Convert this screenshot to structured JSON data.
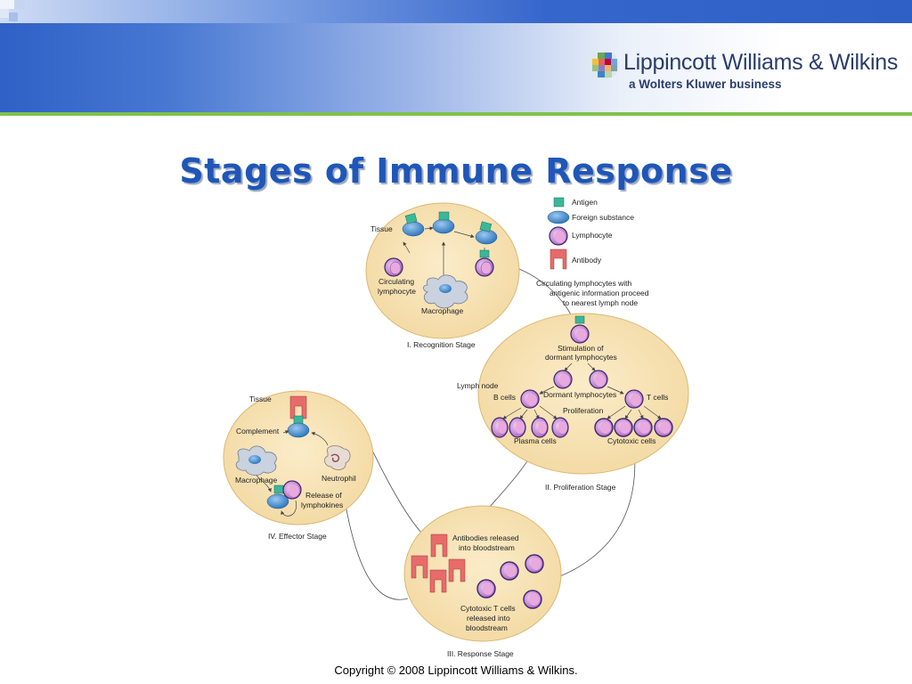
{
  "header": {
    "publisher": "Lippincott Williams & Wilkins",
    "tagline": "a Wolters Kluwer business",
    "colors": {
      "blue": "#2d5fc4",
      "rule_green": "#7fc24a"
    }
  },
  "title": "Stages of Immune Response",
  "legend": {
    "antigen": "Antigen",
    "foreign": "Foreign substance",
    "lymphocyte": "Lymphocyte",
    "antibody": "Antibody"
  },
  "recognition": {
    "tissue": "Tissue",
    "circulating_1": "Circulating",
    "circulating_2": "lymphocyte",
    "macrophage": "Macrophage",
    "stage": "I. Recognition Stage"
  },
  "circulating_note": {
    "line1": "Circulating lymphocytes with",
    "line2": "antigenic information proceed",
    "line3": "to nearest lymph node"
  },
  "proliferation": {
    "stimulation_1": "Stimulation of",
    "stimulation_2": "dormant lymphocytes",
    "lymph_node": "Lymph node",
    "b_cells": "B cells",
    "dormant": "Dormant lymphocytes",
    "t_cells": "T cells",
    "proliferation": "Proliferation",
    "plasma": "Plasma cells",
    "cytotoxic": "Cytotoxic cells",
    "stage": "II. Proliferation Stage"
  },
  "effector": {
    "tissue": "Tissue",
    "complement": "Complement",
    "macrophage": "Macrophage",
    "neutrophil": "Neutrophil",
    "release_1": "Release of",
    "release_2": "lymphokines",
    "stage": "IV. Effector Stage"
  },
  "response": {
    "antibodies_1": "Antibodies released",
    "antibodies_2": "into bloodstream",
    "cytotoxic_1": "Cytotoxic T cells",
    "cytotoxic_2": "released into",
    "cytotoxic_3": "bloodstream",
    "stage": "III. Response Stage"
  },
  "copyright": "Copyright © 2008 Lippincott Williams & Wilkins."
}
